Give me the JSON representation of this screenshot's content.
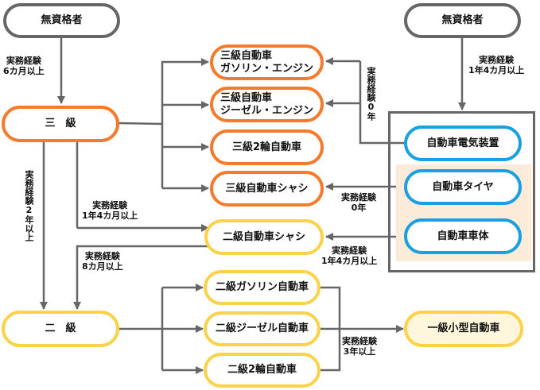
{
  "nodes": {
    "unqualified_left": "無資格者",
    "unqualified_right": "無資格者",
    "grade3": "三　級",
    "grade3_gasoline_l1": "三級自動車",
    "grade3_gasoline_l2": "ガソリン・エンジン",
    "grade3_diesel_l1": "三級自動車",
    "grade3_diesel_l2": "ジーゼル・エンジン",
    "grade3_motorcycle": "三級2輪自動車",
    "grade3_chassis": "三級自動車シャシ",
    "grade2_chassis": "二級自動車シャシ",
    "electrical": "自動車電気装置",
    "tire": "自動車タイヤ",
    "body": "自動車車体",
    "grade2": "二　級",
    "grade2_gasoline": "二級ガソリン自動車",
    "grade2_diesel": "二級ジーゼル自動車",
    "grade2_motorcycle": "二級2輪自動車",
    "grade1_small": "一級小型自動車"
  },
  "labels": {
    "exp_6m_l1": "実務経験",
    "exp_6m_l2": "6カ月以上",
    "exp_1y4m_right_l1": "実務経験",
    "exp_1y4m_right_l2": "1年4カ月以上",
    "exp_0y_vertical": "実務経験0年",
    "exp_2y_vertical": "実務経験2年以上",
    "exp_1y4m_mid_l1": "実務経験",
    "exp_1y4m_mid_l2": "1年4カ月以上",
    "exp_0y_tire_l1": "実務経験",
    "exp_0y_tire_l2": "0年",
    "exp_1y4m_body_l1": "実務経験",
    "exp_1y4m_body_l2": "1年4カ月以上",
    "exp_8m_l1": "実務経験",
    "exp_8m_l2": "8カ月以上",
    "exp_3y_l1": "実務経験",
    "exp_3y_l2": "3年以上"
  },
  "colors": {
    "grade3": "#f47a2c",
    "grade2": "#fcd24a",
    "special": "#1aa0e0",
    "unqualified": "#666666",
    "connector": "#666666",
    "highlight_fill": "#fcebd9",
    "grade1_fill": "#fff6dc"
  }
}
